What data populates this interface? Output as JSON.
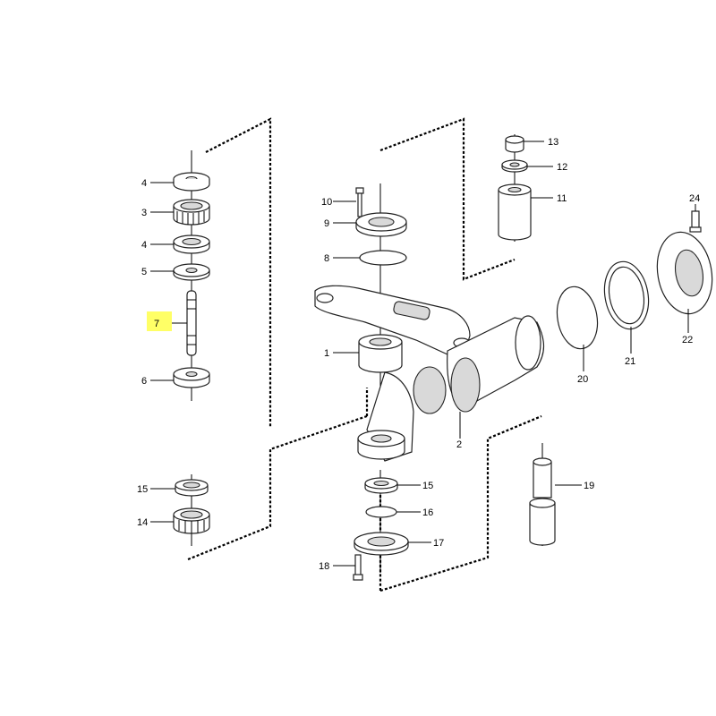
{
  "diagram": {
    "highlight_color": "#ffff66",
    "line_color": "#000000",
    "highlighted_part": "7",
    "callouts": {
      "c1": "1",
      "c2": "2",
      "c3": "3",
      "c4a": "4",
      "c4b": "4",
      "c5": "5",
      "c6": "6",
      "c7": "7",
      "c8": "8",
      "c9": "9",
      "c10": "10",
      "c11": "11",
      "c12": "12",
      "c13": "13",
      "c14": "14",
      "c15a": "15",
      "c15b": "15",
      "c16": "16",
      "c17": "17",
      "c18": "18",
      "c19": "19",
      "c20": "20",
      "c21": "21",
      "c22": "22",
      "c24": "24"
    }
  }
}
